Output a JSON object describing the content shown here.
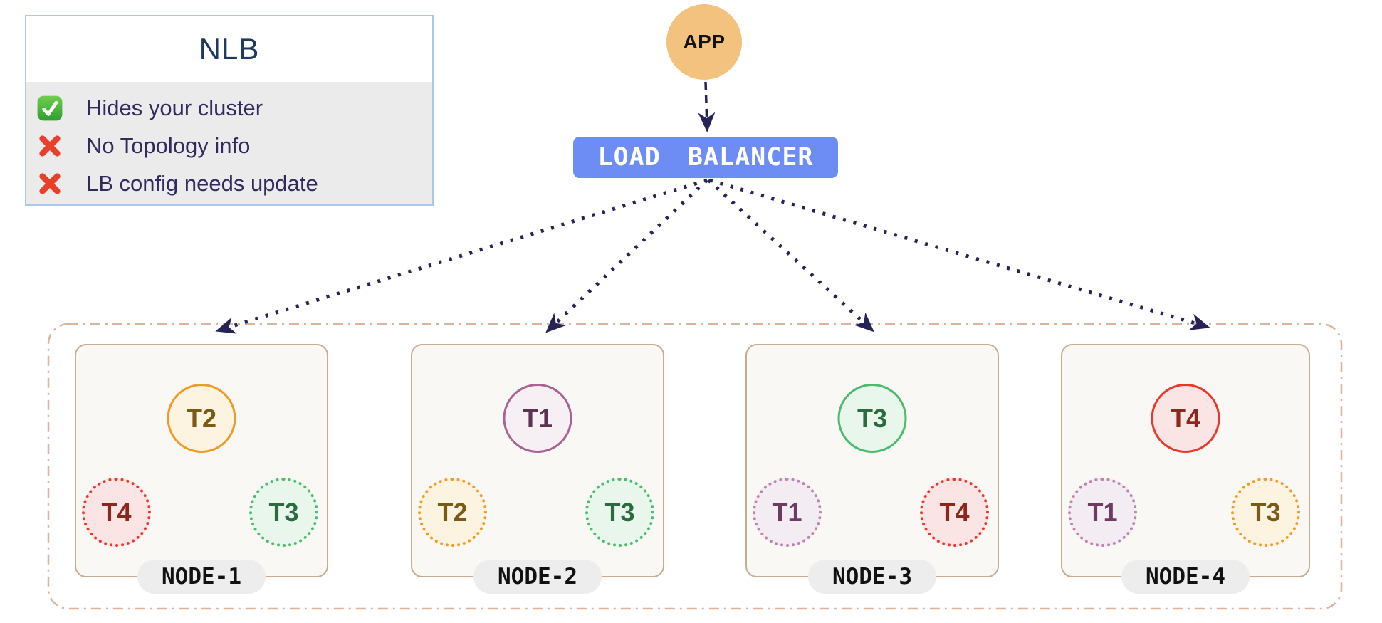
{
  "legend": {
    "title": "NLB",
    "items": [
      {
        "icon": "check-emoji",
        "text": "Hides your cluster"
      },
      {
        "icon": "cross-emoji",
        "text": "No Topology info"
      },
      {
        "icon": "cross-emoji",
        "text": "LB config needs update"
      }
    ]
  },
  "app": {
    "label": "APP"
  },
  "load_balancer": {
    "label": "LOAD BALANCER"
  },
  "cluster": {
    "nodes": [
      {
        "name": "NODE-1",
        "pods": [
          {
            "label": "T2",
            "style": "solid",
            "theme": "orange"
          },
          {
            "label": "T4",
            "style": "dotted",
            "theme": "red"
          },
          {
            "label": "T3",
            "style": "dotted",
            "theme": "green"
          }
        ]
      },
      {
        "name": "NODE-2",
        "pods": [
          {
            "label": "T1",
            "style": "solid",
            "theme": "purple"
          },
          {
            "label": "T2",
            "style": "dotted",
            "theme": "orange"
          },
          {
            "label": "T3",
            "style": "dotted",
            "theme": "green"
          }
        ]
      },
      {
        "name": "NODE-3",
        "pods": [
          {
            "label": "T3",
            "style": "solid",
            "theme": "green"
          },
          {
            "label": "T1",
            "style": "dotted",
            "theme": "purple-light"
          },
          {
            "label": "T4",
            "style": "dotted",
            "theme": "red"
          }
        ]
      },
      {
        "name": "NODE-4",
        "pods": [
          {
            "label": "T4",
            "style": "solid",
            "theme": "red"
          },
          {
            "label": "T1",
            "style": "dotted",
            "theme": "purple-light"
          },
          {
            "label": "T3",
            "style": "dotted",
            "theme": "orange"
          }
        ]
      }
    ]
  },
  "colors": {
    "arrow": "#262457",
    "app_fill": "#f2c27e",
    "lb_fill": "#6d8cf4",
    "lb_text": "#ffffff",
    "legend_border": "#abc8ea",
    "legend_list_bg": "#ebebeb",
    "legend_title_color": "#1f3a5e",
    "legend_text_color": "#322a5c",
    "check_green": "#43b02a",
    "cross_red": "#e8402a",
    "cluster_border": "#dab49e",
    "node_border": "#c7ac92",
    "node_fill": "#faf8f5",
    "pill_bg": "#ededed",
    "orange_border": "#ef9b28",
    "orange_bg": "#fcf3e1",
    "orange_text": "#7c5a16",
    "red_border": "#e73a2d",
    "red_bg": "#fbe4e4",
    "red_text": "#8c271e",
    "green_border": "#4eba6f",
    "green_bg": "#e9f6ec",
    "green_text": "#2b6b3f",
    "purple_border": "#ab6292",
    "purple_bg": "#f6f0f4",
    "purple_text": "#5d3354",
    "purple_light_border": "#bd83ae",
    "purple_light_bg": "#f3ecf3",
    "purple_light_text": "#6d3a62"
  }
}
